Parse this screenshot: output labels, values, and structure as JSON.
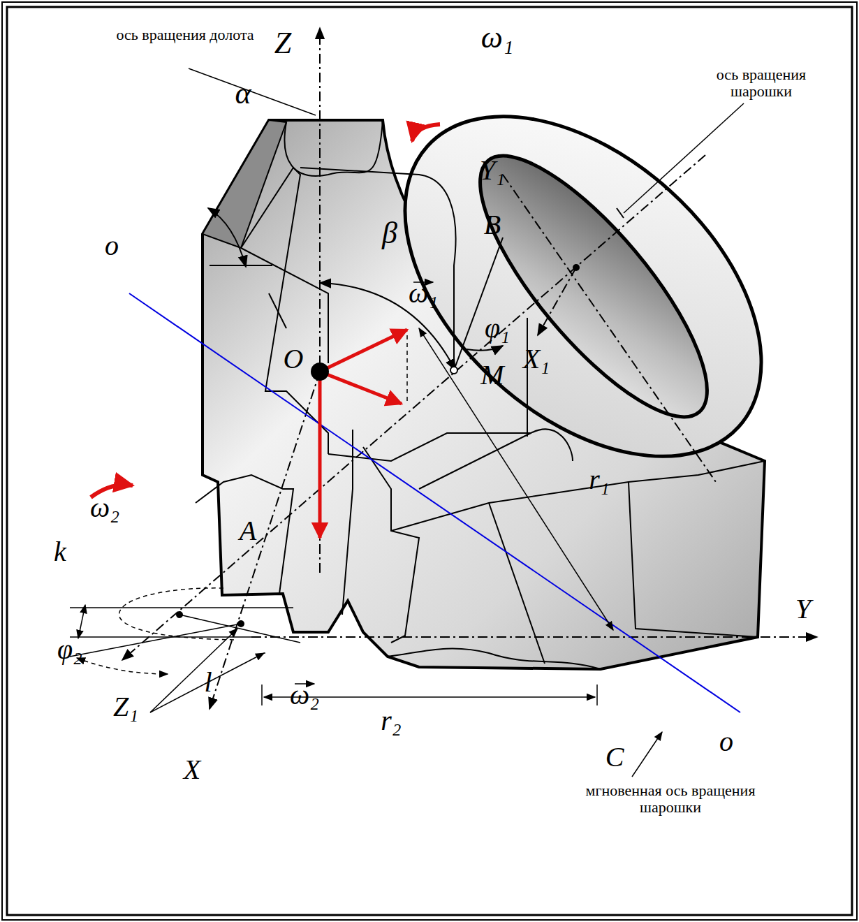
{
  "diagram": {
    "labels": [
      "ось вращения долота",
      "Z",
      "ω₁",
      "α",
      "ось вращения шарошки",
      "Y₁",
      "β",
      "B",
      "X₁",
      "ω₁",
      "φ₁",
      "M",
      "o",
      "O",
      "ω₂",
      "A",
      "k",
      "r₁",
      "Y",
      "φ₂",
      "l",
      "ω₂",
      "r₂",
      "C",
      "o",
      "Z₁",
      "X",
      "мгновенная ось вращения шарошки"
    ]
  }
}
